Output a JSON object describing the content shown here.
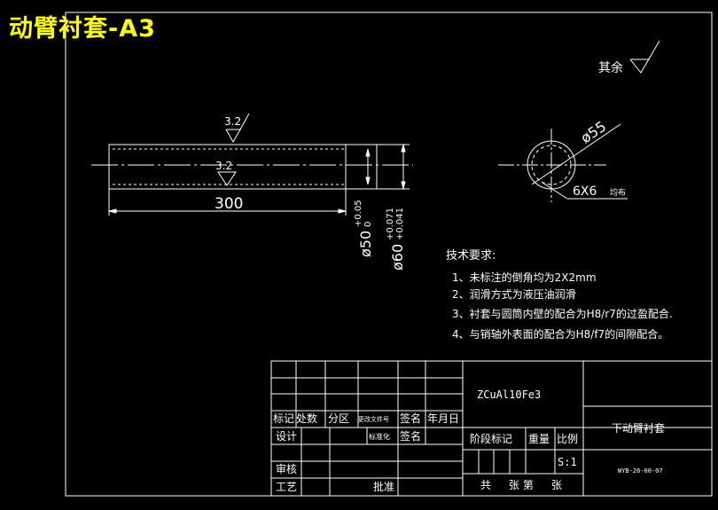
{
  "header": {
    "title": "动臂衬套-A3"
  },
  "surface_note": {
    "label": "其余"
  },
  "left_view": {
    "rough_top": "3.2",
    "rough_center": "3.2",
    "length": "300",
    "bore_dim": "ø50",
    "bore_tol_upper": "+0.05",
    "bore_tol_lower": "0",
    "outer_dim": "ø60",
    "outer_tol_upper": "+0.071",
    "outer_tol_lower": "+0.041"
  },
  "right_view": {
    "diameter": "ø55",
    "groove": "6X6",
    "groove_suffix": "均布"
  },
  "requirements": {
    "title": "技术要求:",
    "items": [
      "1、未标注的倒角均为2X2mm",
      "2、润滑方式为液压油润滑",
      "3、衬套与圆筒内壁的配合为H8/r7的过盈配合.",
      "4、与销轴外表面的配合为H8/f7的间隙配合。"
    ]
  },
  "title_block": {
    "material": "ZCuAl10Fe3",
    "part_name": "下动臂衬套",
    "drawing_no": "WYB-26-00-07",
    "scale": "S:1",
    "h_mark": "标记",
    "h_count": "处数",
    "h_zone": "分区",
    "h_change": "更改文件号",
    "h_sign": "签名",
    "h_date": "年月日",
    "r_design": "设计",
    "r_standard": "标准化",
    "r_sign": "签名",
    "r_review": "审核",
    "r_process": "工艺",
    "r_approve": "批准",
    "stage_mark": "阶段标记",
    "weight": "重量",
    "ratio": "比例",
    "sheet_total": "共",
    "sheet_label": "张 第",
    "sheet_end": "张"
  }
}
